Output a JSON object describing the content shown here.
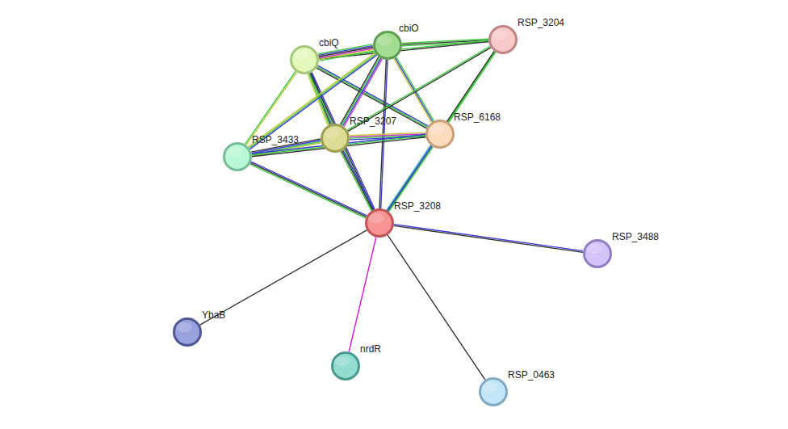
{
  "diagram": {
    "nodes": [
      {
        "text": [
          "cbiO"
        ]
      },
      {
        "text": [
          "RSP_3204"
        ]
      },
      {
        "text": [
          "cbiQ"
        ]
      },
      {
        "text": [
          "RSP_3207"
        ]
      },
      {
        "text": [
          "RSP_6168"
        ]
      },
      {
        "text": [
          "RSP_3433"
        ]
      },
      {
        "text": [
          "RSP_3208"
        ]
      },
      {
        "text": [
          "RSP_3488"
        ]
      },
      {
        "text": [
          "YbaB"
        ]
      },
      {
        "text": [
          "nrdR"
        ]
      },
      {
        "text": [
          "RSP_0463"
        ]
      }
    ],
    "edges": [
      {
        "from": 0,
        "to": 1,
        "arrow": "none"
      },
      {
        "from": 2,
        "to": 1,
        "arrow": "none"
      },
      {
        "from": 2,
        "to": 0,
        "arrow": "none"
      },
      {
        "from": 2,
        "to": 3,
        "arrow": "none"
      },
      {
        "from": 2,
        "to": 4,
        "arrow": "none"
      },
      {
        "from": 2,
        "to": 5,
        "arrow": "none"
      },
      {
        "from": 2,
        "to": 6,
        "arrow": "none"
      },
      {
        "from": 0,
        "to": 3,
        "arrow": "none"
      },
      {
        "from": 0,
        "to": 4,
        "arrow": "none"
      },
      {
        "from": 0,
        "to": 5,
        "arrow": "none"
      },
      {
        "from": 0,
        "to": 6,
        "arrow": "none"
      },
      {
        "from": 1,
        "to": 3,
        "arrow": "none"
      },
      {
        "from": 1,
        "to": 4,
        "arrow": "none"
      },
      {
        "from": 1,
        "to": 6,
        "arrow": "none"
      },
      {
        "from": 3,
        "to": 4,
        "arrow": "none"
      },
      {
        "from": 3,
        "to": 5,
        "arrow": "none"
      },
      {
        "from": 3,
        "to": 6,
        "arrow": "none"
      },
      {
        "from": 5,
        "to": 4,
        "arrow": "none"
      },
      {
        "from": 5,
        "to": 6,
        "arrow": "none"
      },
      {
        "from": 4,
        "to": 6,
        "arrow": "none"
      },
      {
        "from": 6,
        "to": 7,
        "arrow": "none"
      },
      {
        "from": 6,
        "to": 8,
        "arrow": "none"
      },
      {
        "from": 6,
        "to": 9,
        "arrow": "none"
      },
      {
        "from": 6,
        "to": 10,
        "arrow": "none"
      }
    ]
  }
}
